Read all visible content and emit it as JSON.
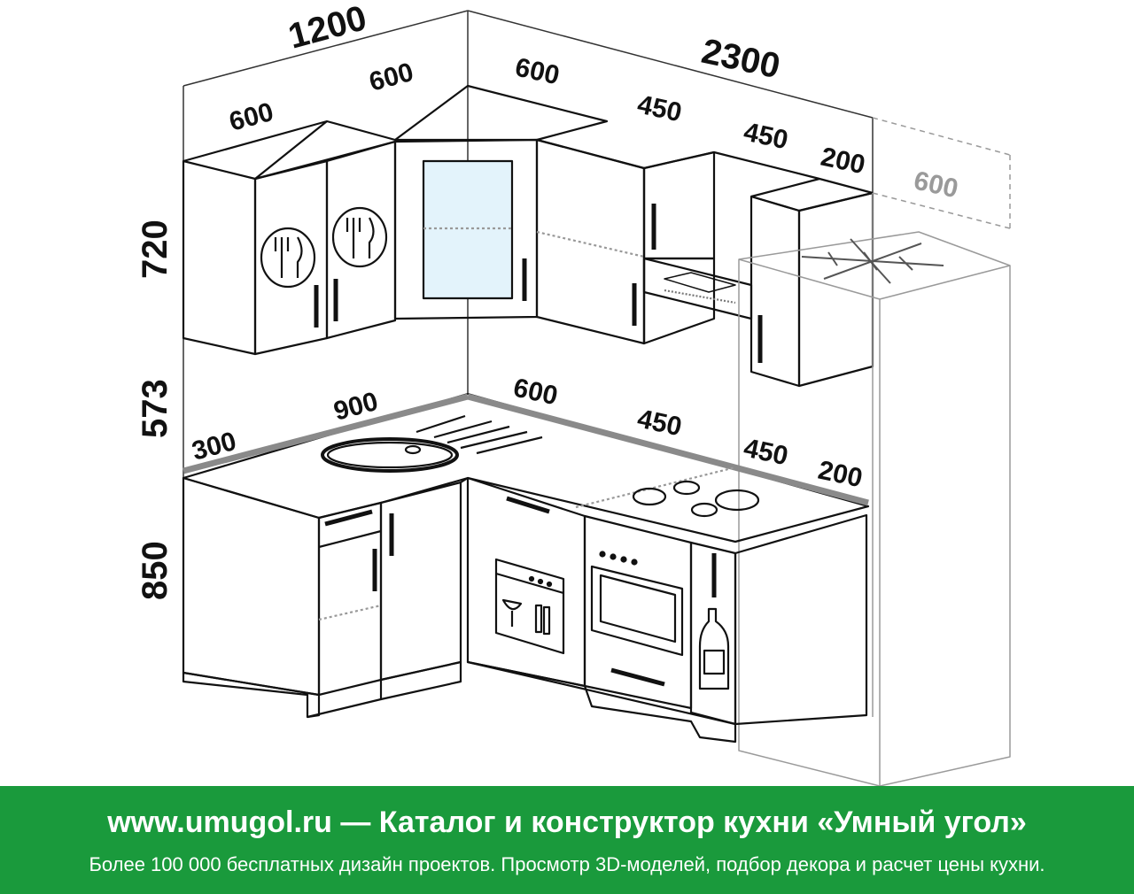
{
  "colors": {
    "banner_bg": "#1a9a3c",
    "banner_text": "#ffffff",
    "lines": "#111111",
    "fridge_outline": "#9a9a9a"
  },
  "dimensions": {
    "top_left_total": "1200",
    "top_right_total": "2300",
    "upper_600_a": "600",
    "upper_600_b": "600",
    "upper_600_c": "600",
    "upper_450_a": "450",
    "upper_450_b": "450",
    "upper_200": "200",
    "fridge_600": "600",
    "height_720": "720",
    "height_573": "573",
    "height_850": "850",
    "counter_300": "300",
    "counter_900": "900",
    "counter_600": "600",
    "counter_450_a": "450",
    "counter_450_b": "450",
    "counter_200": "200"
  },
  "icons": [
    "plate-cutlery-icon",
    "snowflake-icon",
    "dishwasher-icon",
    "oven-icon",
    "hob-icon",
    "sink-icon",
    "bottle-icon",
    "range-hood-icon"
  ],
  "banner": {
    "line1": "www.umugol.ru — Каталог и конструктор кухни «Умный угол»",
    "line2": "Более 100 000 бесплатных дизайн проектов. Просмотр 3D-моделей, подбор декора и расчет цены кухни."
  }
}
